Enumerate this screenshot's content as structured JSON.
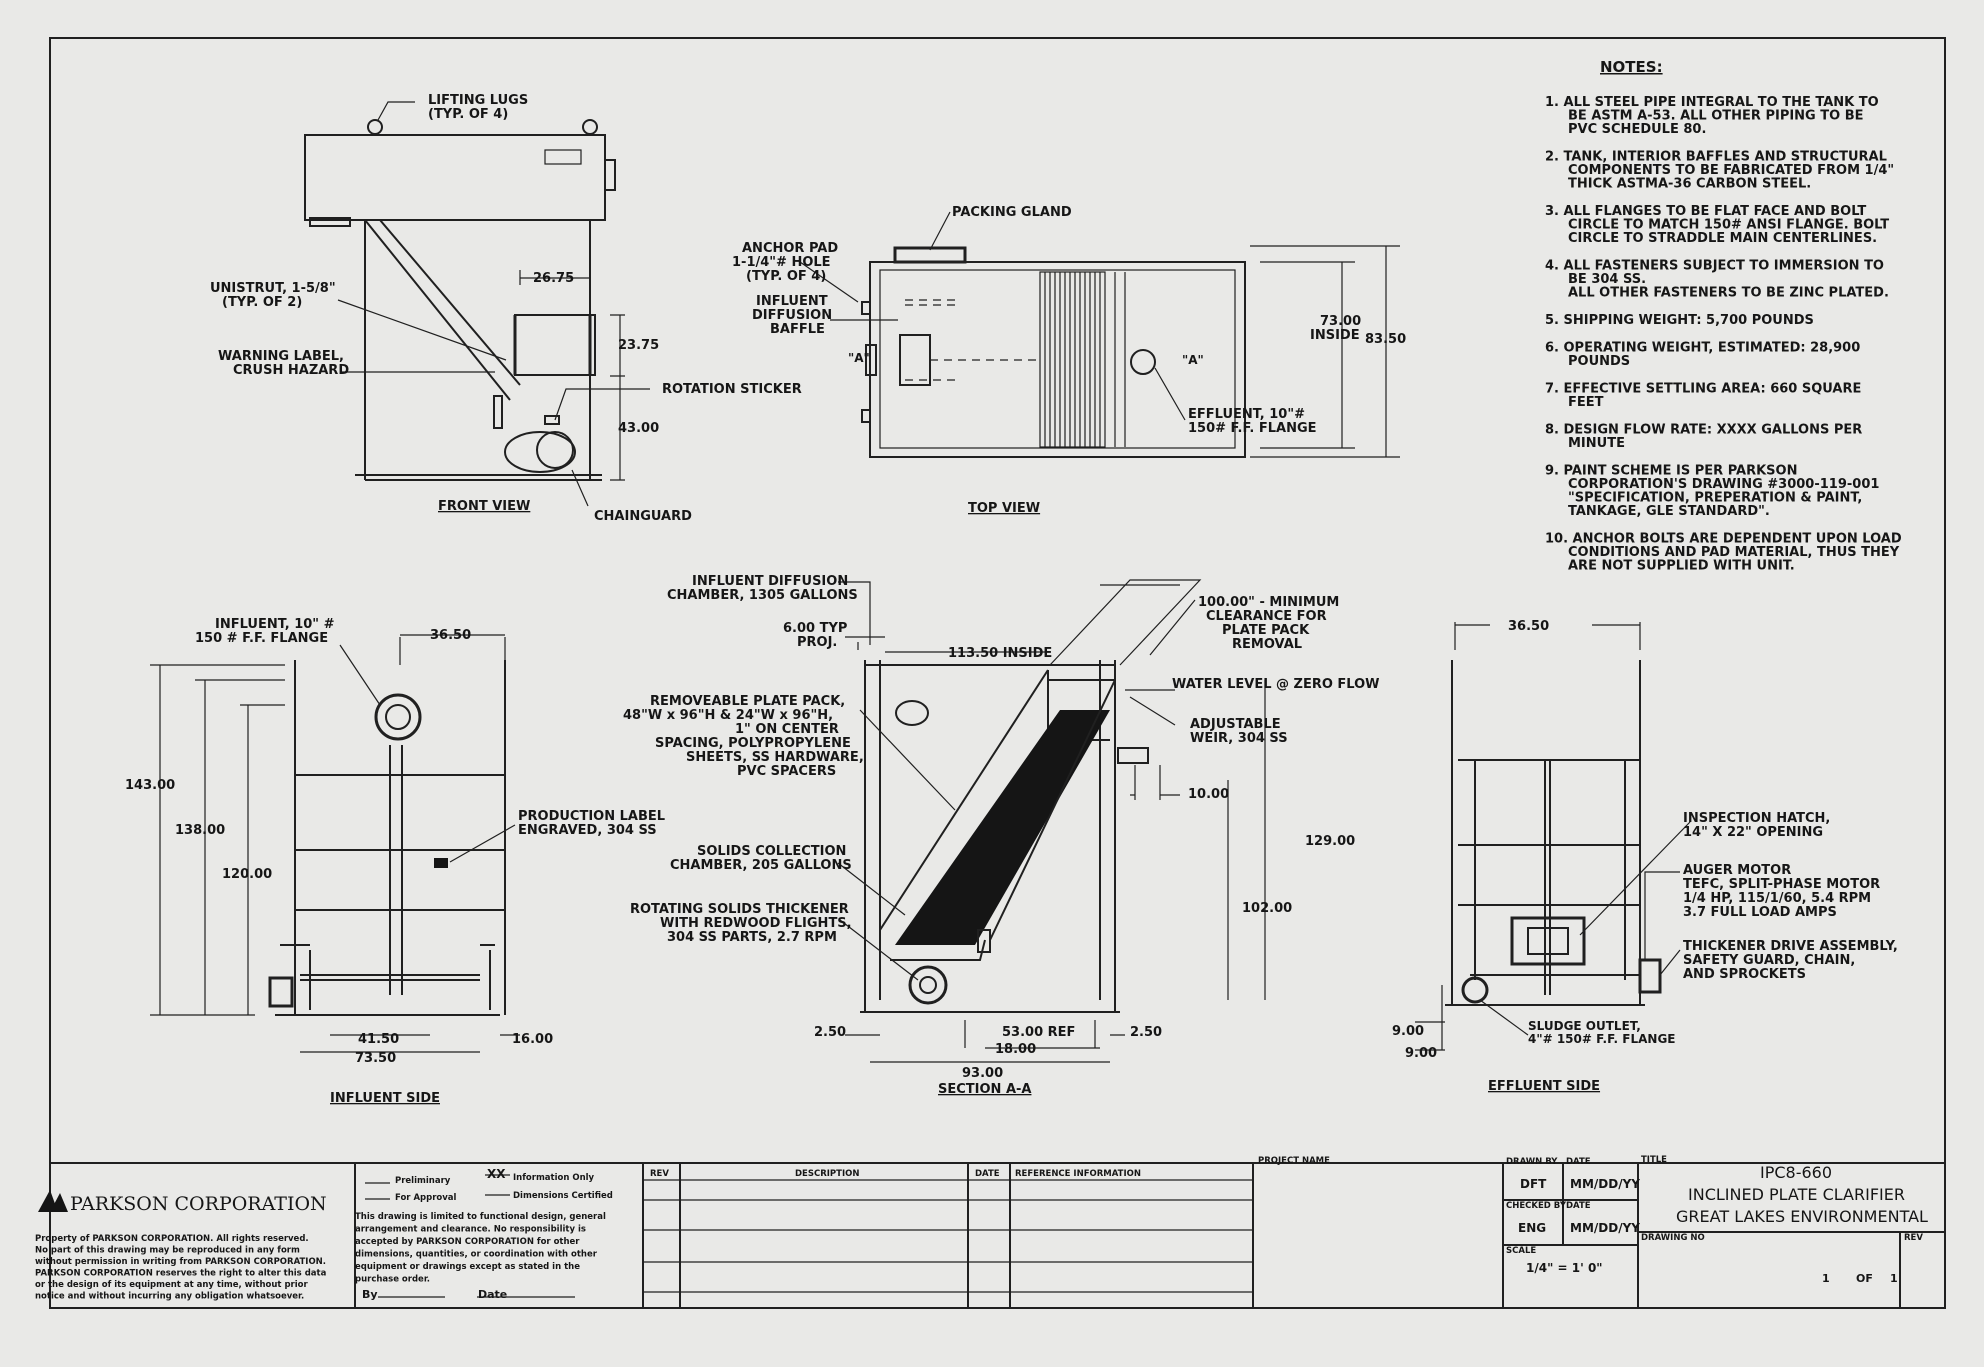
{
  "notes": {
    "heading": "NOTES:",
    "items": [
      [
        "1. ALL STEEL PIPE INTEGRAL TO THE TANK TO",
        "BE ASTM A-53.  ALL OTHER PIPING TO BE",
        "PVC SCHEDULE 80."
      ],
      [
        "2. TANK, INTERIOR BAFFLES AND STRUCTURAL",
        "COMPONENTS TO BE FABRICATED FROM 1/4\"",
        "THICK ASTMA-36 CARBON STEEL."
      ],
      [
        "3. ALL FLANGES TO BE FLAT FACE AND BOLT",
        "CIRCLE TO MATCH 150# ANSI FLANGE.  BOLT",
        "CIRCLE TO STRADDLE MAIN CENTERLINES."
      ],
      [
        "4. ALL FASTENERS SUBJECT TO IMMERSION TO",
        "BE 304 SS.",
        "ALL OTHER FASTENERS TO BE ZINC PLATED."
      ],
      [
        "5. SHIPPING WEIGHT:  5,700 POUNDS"
      ],
      [
        "6. OPERATING WEIGHT, ESTIMATED:  28,900",
        "POUNDS"
      ],
      [
        "7. EFFECTIVE SETTLING AREA:  660 SQUARE",
        "FEET"
      ],
      [
        "8. DESIGN FLOW RATE:  XXXX GALLONS PER",
        "MINUTE"
      ],
      [
        "9. PAINT SCHEME IS PER PARKSON",
        "CORPORATION'S DRAWING #3000-119-001",
        "\"SPECIFICATION, PREPERATION & PAINT,",
        "TANKAGE, GLE STANDARD\"."
      ],
      [
        "10. ANCHOR BOLTS ARE DEPENDENT UPON LOAD",
        "CONDITIONS AND PAD MATERIAL, THUS THEY",
        "ARE NOT SUPPLIED WITH UNIT."
      ]
    ]
  },
  "front_view": {
    "title": "FRONT VIEW",
    "lifting_lugs": [
      "LIFTING LUGS",
      "(TYP. OF 4)"
    ],
    "unistrut": [
      "UNISTRUT, 1-5/8\"",
      "(TYP. OF 2)"
    ],
    "warning_label": [
      "WARNING LABEL,",
      "CRUSH HAZARD"
    ],
    "rotation_sticker": "ROTATION STICKER",
    "chainguard": "CHAINGUARD",
    "dim_26_75": "26.75",
    "dim_23_75": "23.75",
    "dim_43_00": "43.00"
  },
  "top_view": {
    "title": "TOP VIEW",
    "packing_gland": "PACKING GLAND",
    "anchor_pad": [
      "ANCHOR PAD",
      "1-1/4\"# HOLE",
      "(TYP. OF 4)"
    ],
    "influent_baffle": [
      "INFLUENT",
      "DIFFUSION",
      "BAFFLE"
    ],
    "effluent": [
      "EFFLUENT, 10\"#",
      "150# F.F. FLANGE"
    ],
    "dim_inside": [
      "73.00",
      "INSIDE"
    ],
    "dim_83_50": "83.50",
    "section_marker": "\"A\""
  },
  "influent_side": {
    "title": "INFLUENT SIDE",
    "influent": [
      "INFLUENT, 10\" #",
      "150 # F.F. FLANGE"
    ],
    "production_label": [
      "PRODUCTION LABEL",
      "ENGRAVED, 304 SS"
    ],
    "dim_36_50": "36.50",
    "dim_143_00": "143.00",
    "dim_138_00": "138.00",
    "dim_120_00": "120.00",
    "dim_41_50": "41.50",
    "dim_73_50": "73.50",
    "dim_16_00": "16.00"
  },
  "section_aa": {
    "title": "SECTION A-A",
    "influent_chamber": [
      "INFLUENT DIFFUSION",
      "CHAMBER, 1305 GALLONS"
    ],
    "typ_proj": [
      "6.00 TYP",
      "PROJ."
    ],
    "inside": "113.50 INSIDE",
    "plate_pack": [
      "REMOVEABLE PLATE PACK,",
      "48\"W x 96\"H & 24\"W x 96\"H,",
      "1\" ON CENTER",
      "SPACING, POLYPROPYLENE",
      "SHEETS, SS HARDWARE,",
      "PVC SPACERS"
    ],
    "solids_chamber": [
      "SOLIDS COLLECTION",
      "CHAMBER, 205 GALLONS"
    ],
    "thickener": [
      "ROTATING SOLIDS THICKENER",
      "WITH REDWOOD FLIGHTS,",
      "304 SS PARTS, 2.7 RPM"
    ],
    "clearance": [
      "100.00\" -  MINIMUM",
      "CLEARANCE FOR",
      "PLATE PACK",
      "REMOVAL"
    ],
    "water_level": "WATER LEVEL @ ZERO FLOW",
    "weir": [
      "ADJUSTABLE",
      "WEIR, 304 SS"
    ],
    "dim_10_00": "10.00",
    "dim_129_00": "129.00",
    "dim_102_00": "102.00",
    "dim_2_50_l": "2.50",
    "dim_53_00": "53.00 REF",
    "dim_2_50_r": "2.50",
    "dim_18_00": "18.00",
    "dim_93_00": "93.00"
  },
  "effluent_side": {
    "title": "EFFLUENT SIDE",
    "dim_36_50": "36.50",
    "inspection": [
      "INSPECTION HATCH,",
      "14\" X 22\" OPENING"
    ],
    "auger": [
      "AUGER MOTOR",
      "TEFC, SPLIT-PHASE MOTOR",
      "1/4 HP, 115/1/60, 5.4 RPM",
      "3.7 FULL LOAD AMPS"
    ],
    "drive": [
      "THICKENER DRIVE ASSEMBLY,",
      "SAFETY GUARD, CHAIN,",
      "AND SPROCKETS"
    ],
    "sludge": [
      "SLUDGE OUTLET,",
      "4\"# 150# F.F. FLANGE"
    ],
    "dim_9_00_a": "9.00",
    "dim_9_00_b": "9.00"
  },
  "title_block": {
    "company": "PARKSON CORPORATION",
    "disclaimer": [
      "Property of PARKSON CORPORATION.  All rights reserved.",
      "No part of this drawing may be reproduced in any form",
      "without permission in writing from PARKSON CORPORATION.",
      "PARKSON CORPORATION reserves the right to alter this data",
      "or the design of its equipment at any time, without prior",
      "notice and without incurring any obligation whatsoever."
    ],
    "status": {
      "preliminary": "Preliminary",
      "mark": "XX",
      "info_only": "Information Only",
      "approval": "For Approval",
      "dims_cert": "Dimensions Certified",
      "text": [
        "This drawing is limited to functional design, general",
        "arrangement and clearance.  No responsibility is",
        "accepted by PARKSON CORPORATION for other",
        "dimensions, quantities, or coordination with other",
        "equipment or drawings except as stated in the",
        "purchase order."
      ],
      "by": "By",
      "date": "Date"
    },
    "headers": {
      "rev": "REV",
      "description": "DESCRIPTION",
      "date": "DATE",
      "reference": "REFERENCE INFORMATION",
      "project": "PROJECT NAME",
      "drawn_by": "DRAWN BY",
      "date2": "DATE",
      "checked_by": "CHECKED BY",
      "date3": "DATE",
      "scale": "SCALE",
      "title": "TITLE",
      "drawing_no": "DRAWING NO",
      "rev2": "REV"
    },
    "drawn_by": "DFT",
    "drawn_date": "MM/DD/YY",
    "checked_by": "ENG",
    "checked_date": "MM/DD/YY",
    "scale": "1/4\" = 1' 0\"",
    "title_lines": [
      "IPC8-660",
      "INCLINED PLATE CLARIFIER",
      "GREAT LAKES ENVIRONMENTAL"
    ],
    "sheet": [
      "1",
      "OF",
      "1"
    ]
  }
}
